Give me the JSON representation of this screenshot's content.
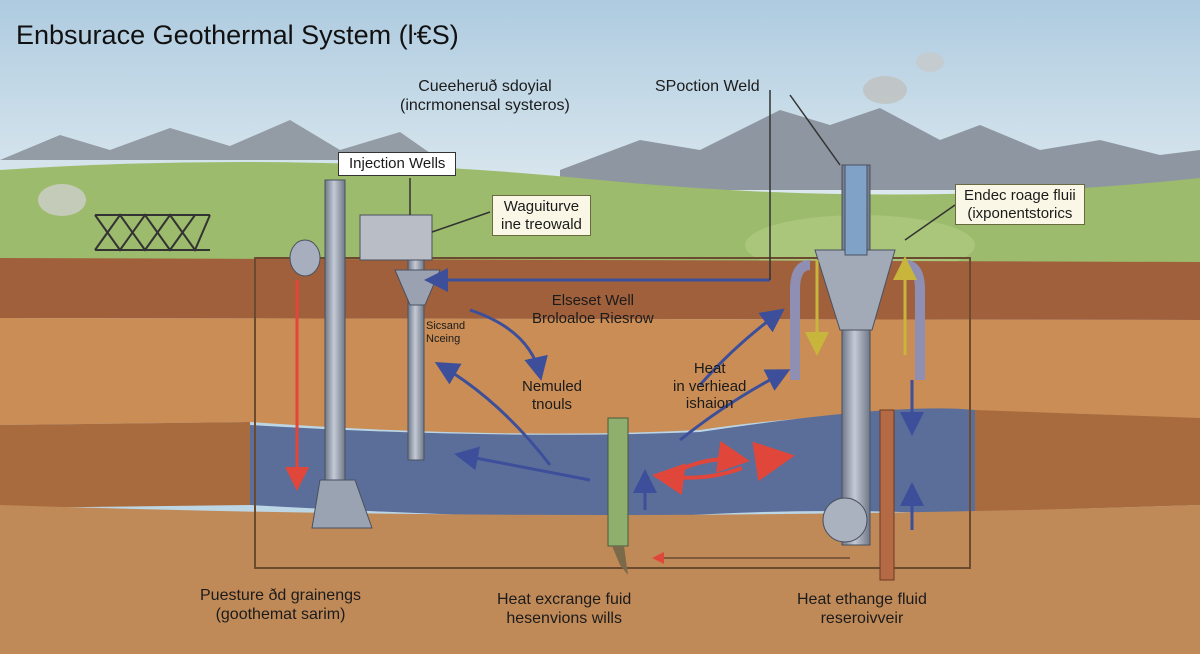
{
  "title": "Enbsurace Geothermal System (ŀ€S)",
  "labels": {
    "upper_center": [
      "Cueeheruð sdoyial",
      "(incrmonensal systeros)"
    ],
    "injection_wells": "Injection Wells",
    "production_well": "SPoction Weld",
    "wagui_box": [
      "Waguiturve",
      "ine treowald"
    ],
    "enhanced_box": [
      "Endec roage fluii",
      "(ixponentstorics"
    ],
    "center_well": [
      "Elseset Well",
      "Broloaloe Riesrow"
    ],
    "stored": [
      "Sicsand",
      "Nceing"
    ],
    "nemuled": [
      "Nemuled",
      "tnouls"
    ],
    "heat_mid": [
      "Heat",
      "in verhiead",
      "ishaion"
    ],
    "bottom_left": [
      "Puesture ðd grainengs",
      "(goothemat sarim)"
    ],
    "bottom_center": [
      "Heat excrange fuid",
      "hesenvions wills"
    ],
    "bottom_right": [
      "Heat ethange fluid",
      "reseroivveir"
    ]
  },
  "colors": {
    "sky": "#bcd6e6",
    "mountains": "#8f97a1",
    "grass": "#9cbb6c",
    "topsoil": "#a0603c",
    "rock": "#c98d55",
    "reservoir": "#5b6e9a",
    "deep_rock": "#b47a48",
    "pipe": "#8e97a8",
    "hot_arrow": "#e0473a",
    "flow_arrow": "#3d4f9a",
    "cold_arrow": "#c8b63c"
  }
}
